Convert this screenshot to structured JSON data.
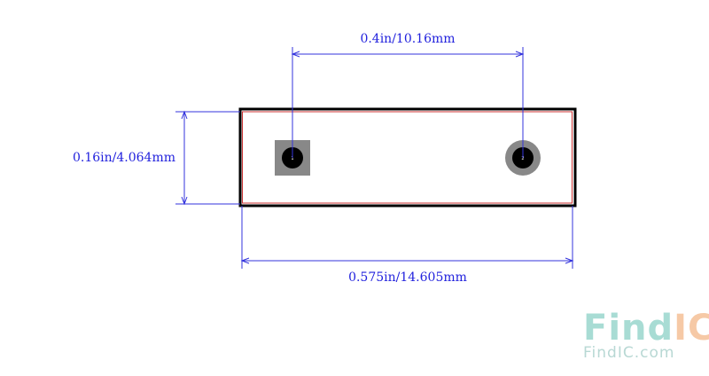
{
  "dimensions": {
    "pin_pitch": "0.4in/10.16mm",
    "body_height": "0.16in/4.064mm",
    "body_length": "0.575in/14.605mm"
  },
  "pads": [
    {
      "label": "1",
      "shape": "square"
    },
    {
      "label": "2",
      "shape": "round"
    }
  ],
  "watermark": {
    "logo_find": "Find",
    "logo_ic": "IC",
    "site": "FindIC.com"
  },
  "colors": {
    "dimension_line": "#3333dd",
    "outline": "#000000",
    "inner_outline": "#cc3333",
    "pad_fill": "#888888",
    "hole": "#000000",
    "logo_teal": "#a8dcd4",
    "logo_orange": "#f6c9a6"
  }
}
